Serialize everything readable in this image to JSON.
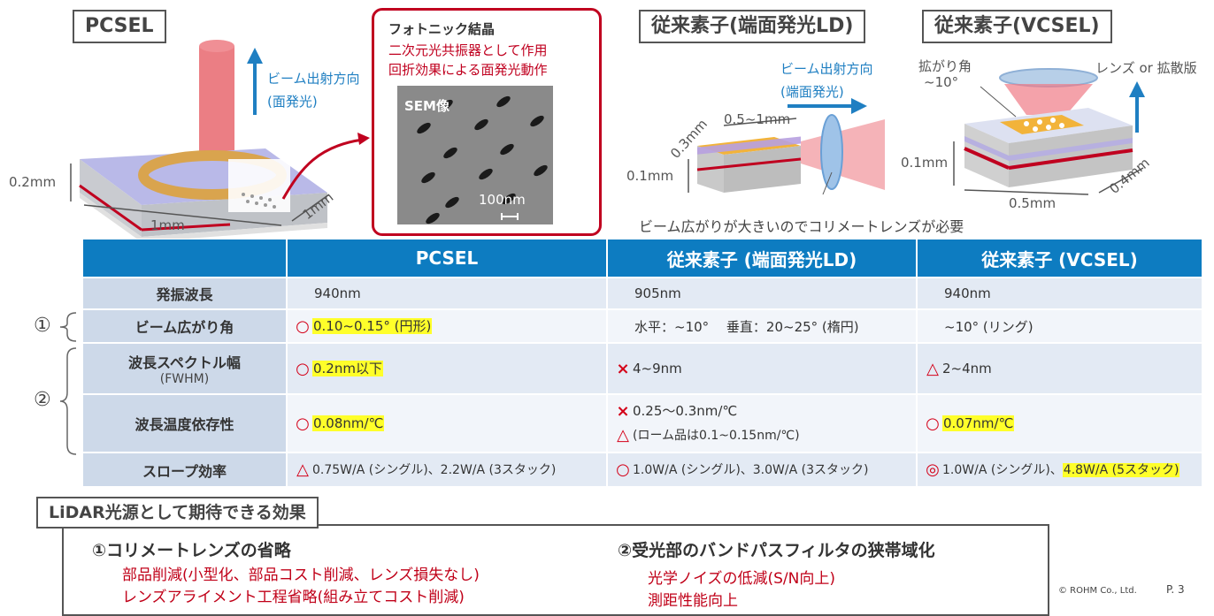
{
  "labels": {
    "pcsel": "PCSEL",
    "edge": "従来素子(端面発光LD)",
    "vcsel": "従来素子(VCSEL)",
    "lidar": "LiDAR光源として期待できる効果"
  },
  "pcsel_fig": {
    "beam_dir": "ビーム出射方向",
    "surface_emit": "(面発光)",
    "height": "0.2mm",
    "width": "1mm",
    "depth": "1mm"
  },
  "photonic": {
    "title": "フォトニック結晶",
    "line1": "二次元光共振器として作用",
    "line2": "回折効果による面発光動作",
    "sem": "SEM像",
    "scale": "100nm"
  },
  "edge_fig": {
    "beam_dir": "ビーム出射方向",
    "edge_emit": "(端面発光)",
    "length": "0.5~1mm",
    "width": "0.3mm",
    "height": "0.1mm",
    "note": "ビーム広がりが大きいのでコリメートレンズが必要"
  },
  "vcsel_fig": {
    "angle_label": "拡がり角",
    "angle": "~10°",
    "lens": "レンズ or 拡散版",
    "height": "0.1mm",
    "width": "0.5mm",
    "depth": "0.4mm"
  },
  "table": {
    "headers": [
      "",
      "PCSEL",
      "従来素子 (端面発光LD)",
      "従来素子 (VCSEL)"
    ],
    "rows": {
      "wavelength": {
        "label": "発振波長",
        "pcsel": "940nm",
        "edge": "905nm",
        "vcsel": "940nm"
      },
      "beam": {
        "label": "ビーム広がり角",
        "pcsel": "0.10~0.15° (円形)",
        "edge": "水平：~10°　 垂直：20~25° (楕円)",
        "vcsel": "~10° (リング)"
      },
      "spectral": {
        "label": "波長スペクトル幅",
        "sublabel": "(FWHM)",
        "pcsel": "0.2nm以下",
        "edge": "4~9nm",
        "vcsel": "2~4nm"
      },
      "temp": {
        "label": "波長温度依存性",
        "pcsel": "0.08nm/℃",
        "edge1": "0.25～0.3nm/℃",
        "edge2": "(ローム品は0.1~0.15nm/℃)",
        "vcsel": "0.07nm/℃"
      },
      "slope": {
        "label": "スロープ効率",
        "pcsel": "0.75W/A (シングル)、2.2W/A (3スタック)",
        "edge": "1.0W/A (シングル)、3.0W/A (3スタック)",
        "vcsel_a": "1.0W/A (シングル)、",
        "vcsel_b": "4.8W/A (5スタック)"
      }
    },
    "group1": "①",
    "group2": "②",
    "marks": {
      "circle": "○",
      "cross": "×",
      "triangle": "△",
      "double": "◎"
    }
  },
  "effects": {
    "left_title": "①コリメートレンズの省略",
    "left_items": [
      "部品削減(小型化、部品コスト削減、レンズ損失なし)",
      "レンズアライメント工程省略(組み立てコスト削減)"
    ],
    "right_title": "②受光部のバンドパスフィルタの狭帯域化",
    "right_items": [
      "光学ノイズの低減(S/N向上)",
      "測距性能向上"
    ]
  },
  "footer": {
    "copyright": "© ROHM Co., Ltd.",
    "page": "P. 3"
  }
}
